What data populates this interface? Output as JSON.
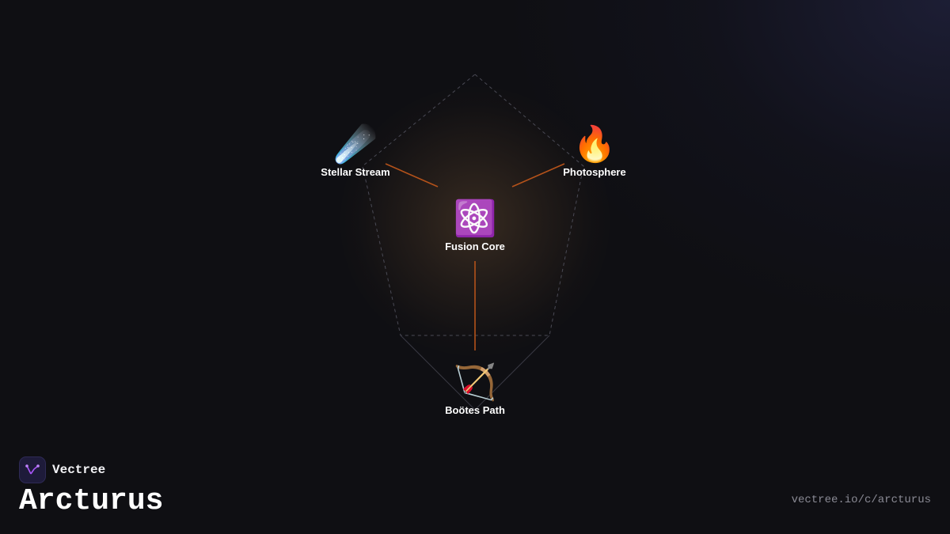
{
  "brand": {
    "name": "Vectree",
    "logo_icon": "vectree-logo-icon",
    "accent_color": "#a855f7"
  },
  "page": {
    "title": "Arcturus",
    "url": "vectree.io/c/arcturus"
  },
  "colors": {
    "background": "#0f0f13",
    "connector": "#b4521a",
    "outline": "#4a4a55"
  },
  "nodes": [
    {
      "id": "fusion-core",
      "label": "Fusion Core",
      "icon": "⚛️",
      "icon_name": "atom-icon"
    },
    {
      "id": "stellar-stream",
      "label": "Stellar Stream",
      "icon": "☄️",
      "icon_name": "comet-icon"
    },
    {
      "id": "photosphere",
      "label": "Photosphere",
      "icon": "🔥",
      "icon_name": "fire-icon"
    },
    {
      "id": "bootes-path",
      "label": "Boötes Path",
      "icon": "🏹",
      "icon_name": "bow-and-arrow-icon"
    }
  ]
}
